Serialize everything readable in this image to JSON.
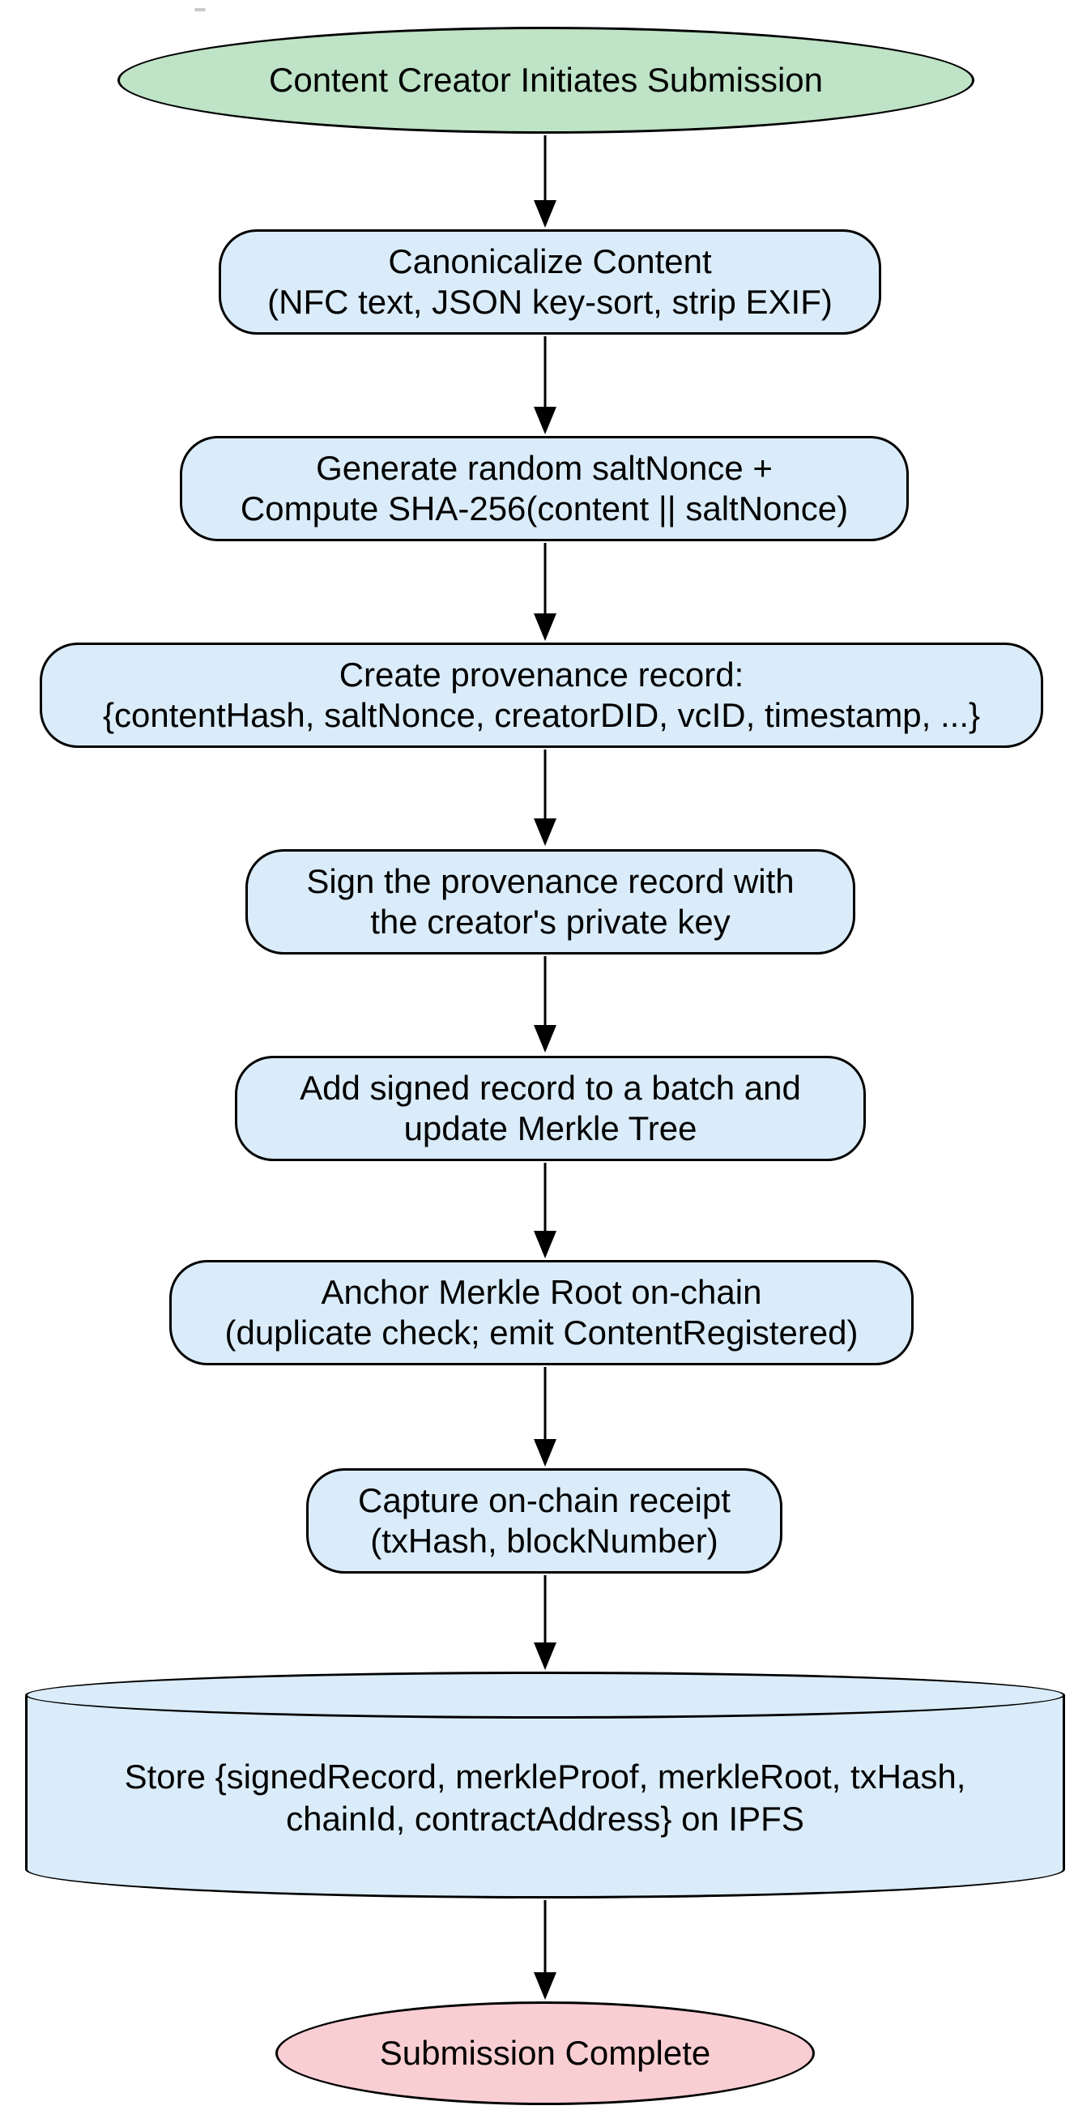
{
  "diagram": {
    "type": "flowchart",
    "direction": "top-to-bottom",
    "colors": {
      "start_fill": "#bee3c6",
      "process_fill": "#daecf9",
      "datastore_fill": "#daecf9",
      "end_fill": "#f9ced3",
      "stroke": "#000000",
      "text": "#000000",
      "background": "#ffffff"
    },
    "nodes": [
      {
        "id": "start",
        "shape": "ellipse",
        "lines": [
          "Content Creator Initiates Submission"
        ]
      },
      {
        "id": "canonicalize",
        "shape": "rounded-rect",
        "lines": [
          "Canonicalize Content",
          "(NFC text, JSON key-sort, strip EXIF)"
        ]
      },
      {
        "id": "hash",
        "shape": "rounded-rect",
        "lines": [
          "Generate random saltNonce +",
          "Compute SHA-256(content || saltNonce)"
        ]
      },
      {
        "id": "record",
        "shape": "rounded-rect",
        "lines": [
          "Create provenance record:",
          "{contentHash, saltNonce, creatorDID, vcID, timestamp, ...}"
        ]
      },
      {
        "id": "sign",
        "shape": "rounded-rect",
        "lines": [
          "Sign the provenance record with",
          "the creator's private key"
        ]
      },
      {
        "id": "batch",
        "shape": "rounded-rect",
        "lines": [
          "Add signed record to a batch and",
          "update Merkle Tree"
        ]
      },
      {
        "id": "anchor",
        "shape": "rounded-rect",
        "lines": [
          "Anchor Merkle Root on-chain",
          "(duplicate check; emit ContentRegistered)"
        ]
      },
      {
        "id": "receipt",
        "shape": "rounded-rect",
        "lines": [
          "Capture on-chain receipt",
          "(txHash, blockNumber)"
        ]
      },
      {
        "id": "store",
        "shape": "cylinder",
        "lines": [
          "Store {signedRecord, merkleProof, merkleRoot, txHash,",
          "chainId, contractAddress} on IPFS"
        ]
      },
      {
        "id": "end",
        "shape": "ellipse",
        "lines": [
          "Submission Complete"
        ]
      }
    ],
    "edges": [
      {
        "from": "start",
        "to": "canonicalize"
      },
      {
        "from": "canonicalize",
        "to": "hash"
      },
      {
        "from": "hash",
        "to": "record"
      },
      {
        "from": "record",
        "to": "sign"
      },
      {
        "from": "sign",
        "to": "batch"
      },
      {
        "from": "batch",
        "to": "anchor"
      },
      {
        "from": "anchor",
        "to": "receipt"
      },
      {
        "from": "receipt",
        "to": "store"
      },
      {
        "from": "store",
        "to": "end"
      }
    ]
  }
}
